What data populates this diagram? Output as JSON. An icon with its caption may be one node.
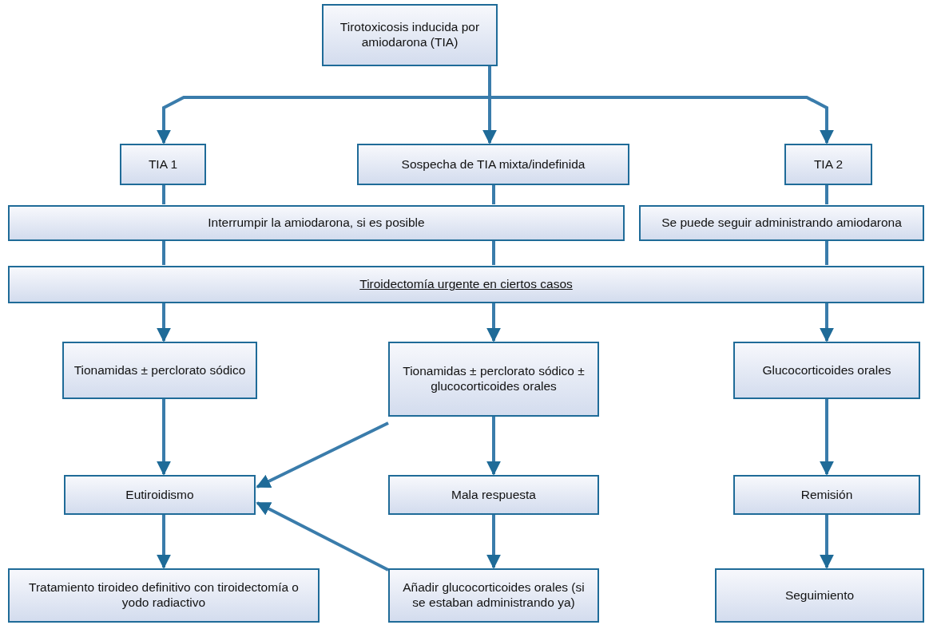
{
  "diagram": {
    "nodes": [
      {
        "text": [
          "Tirotoxicosis inducida por amiodarona (TIA)"
        ]
      },
      {
        "text": [
          "TIA 1"
        ]
      },
      {
        "text": [
          "Sospecha de TIA mixta/indefinida"
        ]
      },
      {
        "text": [
          "TIA 2"
        ]
      },
      {
        "text": [
          "Interrumpir la amiodarona, si es posible"
        ]
      },
      {
        "text": [
          "Se puede seguir administrando amiodarona"
        ]
      },
      {
        "text": [
          "Tiroidectomía urgente en ciertos casos"
        ]
      },
      {
        "text": [
          "Tionamidas ± perclorato sódico"
        ]
      },
      {
        "text": [
          "Tionamidas ± perclorato sódico ± glucocorticoides orales"
        ]
      },
      {
        "text": [
          "Glucocorticoides orales"
        ]
      },
      {
        "text": [
          "Eutiroidismo"
        ]
      },
      {
        "text": [
          "Mala respuesta"
        ]
      },
      {
        "text": [
          "Remisión"
        ]
      },
      {
        "text": [
          "Tratamiento tiroideo definitivo con tiroidectomía o yodo radiactivo"
        ]
      },
      {
        "text": [
          "Añadir glucocorticoides orales (si se estaban administrando ya)"
        ]
      },
      {
        "text": [
          "Seguimiento"
        ]
      }
    ],
    "edges": [
      {
        "from": 0,
        "to": 1,
        "arrow": "to"
      },
      {
        "from": 0,
        "to": 2,
        "arrow": "to"
      },
      {
        "from": 0,
        "to": 3,
        "arrow": "to"
      },
      {
        "from": 1,
        "to": 4,
        "arrow": "none"
      },
      {
        "from": 2,
        "to": 4,
        "arrow": "none"
      },
      {
        "from": 3,
        "to": 5,
        "arrow": "none"
      },
      {
        "from": 4,
        "to": 6,
        "arrow": "none"
      },
      {
        "from": 4,
        "to": 6,
        "arrow": "none"
      },
      {
        "from": 5,
        "to": 6,
        "arrow": "none"
      },
      {
        "from": 6,
        "to": 7,
        "arrow": "to"
      },
      {
        "from": 6,
        "to": 8,
        "arrow": "to"
      },
      {
        "from": 6,
        "to": 9,
        "arrow": "to"
      },
      {
        "from": 7,
        "to": 10,
        "arrow": "to"
      },
      {
        "from": 8,
        "to": 10,
        "arrow": "to"
      },
      {
        "from": 8,
        "to": 11,
        "arrow": "to"
      },
      {
        "from": 9,
        "to": 12,
        "arrow": "to"
      },
      {
        "from": 10,
        "to": 13,
        "arrow": "to"
      },
      {
        "from": 11,
        "to": 14,
        "arrow": "to"
      },
      {
        "from": 14,
        "to": 10,
        "arrow": "to"
      },
      {
        "from": 12,
        "to": 15,
        "arrow": "to"
      }
    ]
  }
}
